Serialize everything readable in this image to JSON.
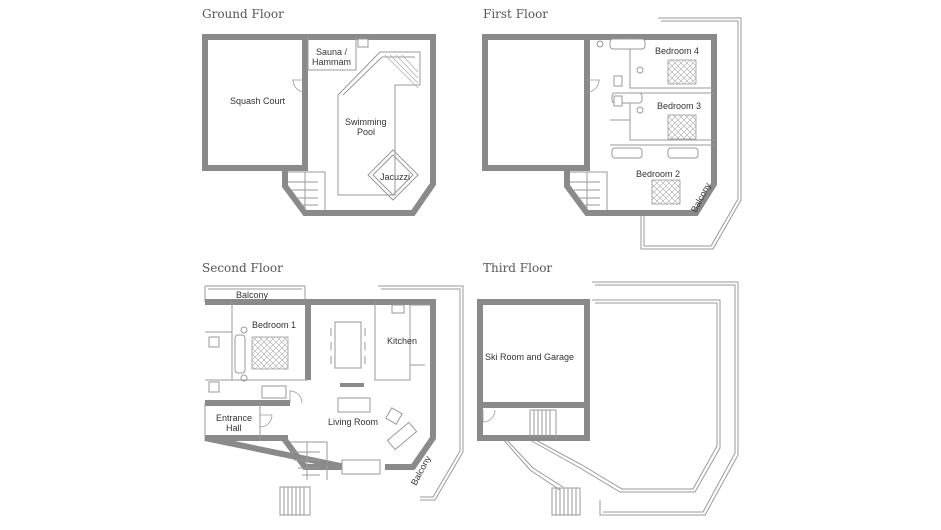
{
  "floors": [
    {
      "title": "Ground Floor",
      "rooms": [
        "Squash Court",
        "Sauna /",
        "Hammam",
        "Swimming",
        "Pool",
        "Jacuzzi"
      ]
    },
    {
      "title": "First Floor",
      "rooms": [
        "Bedroom 4",
        "Bedroom 3",
        "Bedroom 2",
        "Balcony"
      ]
    },
    {
      "title": "Second Floor",
      "rooms": [
        "Balcony",
        "Bedroom 1",
        "Kitchen",
        "Entrance",
        "Hall",
        "Living Room",
        "Balcony"
      ]
    },
    {
      "title": "Third Floor",
      "rooms": [
        "Ski Room and Garage"
      ]
    }
  ]
}
